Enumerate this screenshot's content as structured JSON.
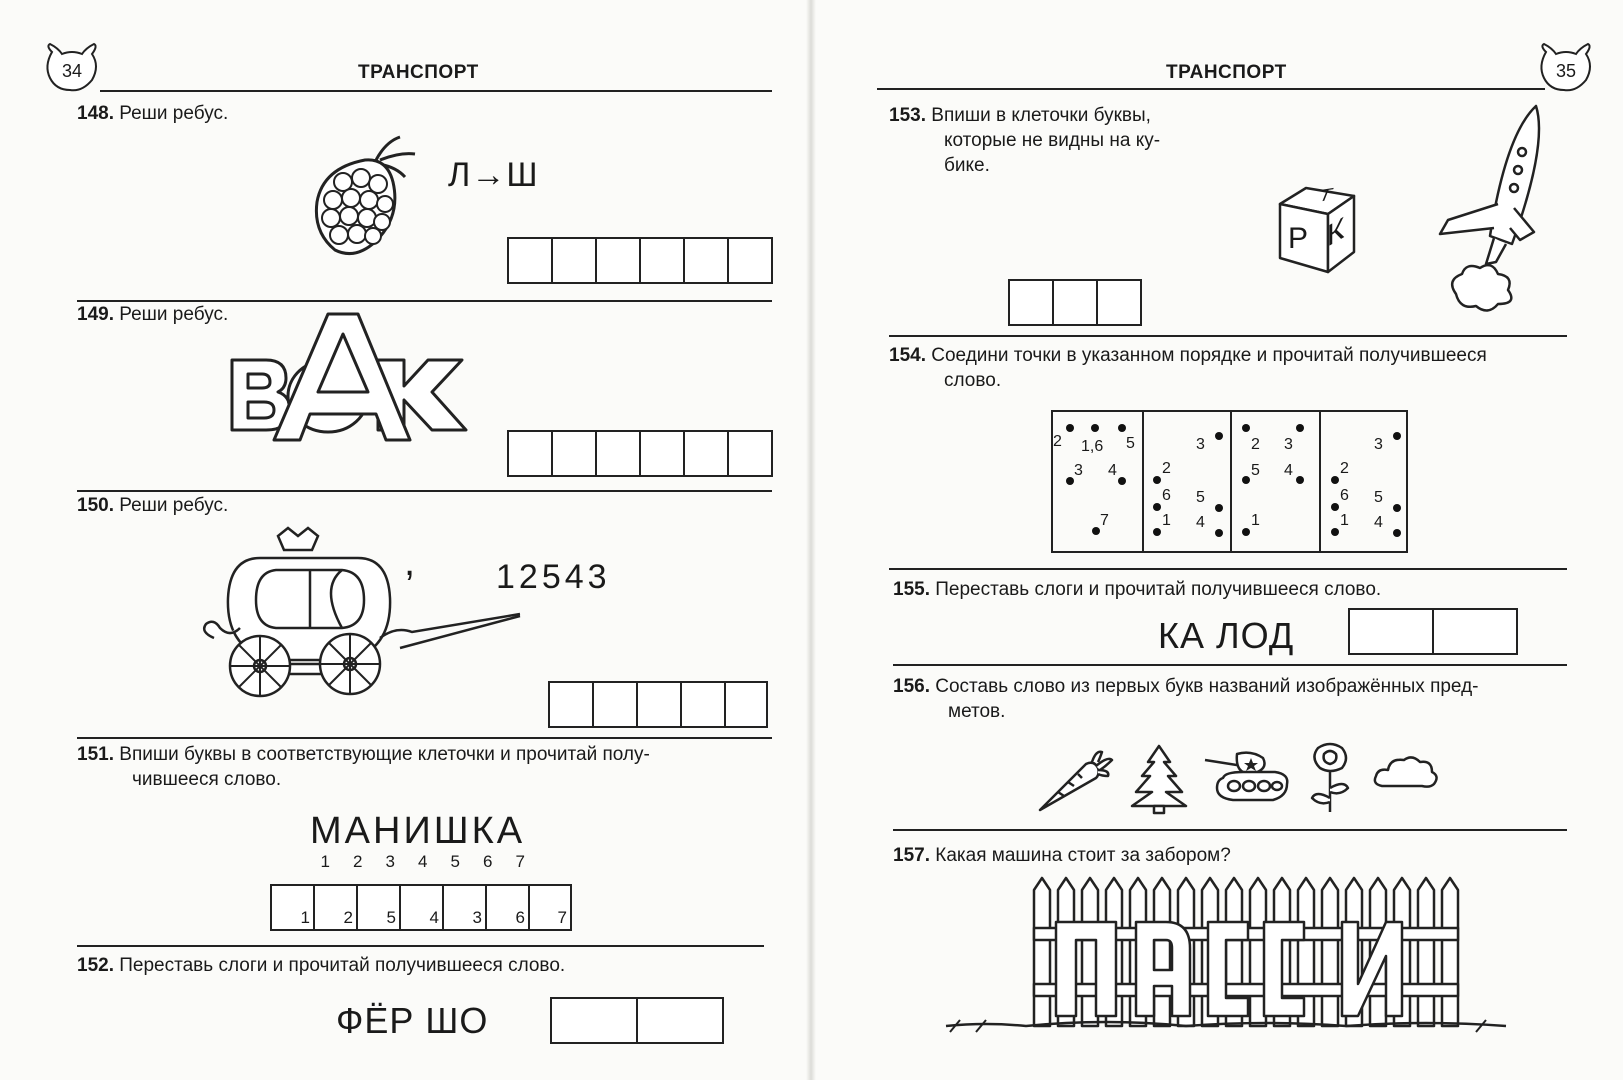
{
  "left_page": {
    "page_number": "34",
    "running_head": "ТРАНСПОРТ",
    "tasks": {
      "t148": {
        "number": "148.",
        "text": "Реши ребус.",
        "rebus": "Л→Ш",
        "cells": 6
      },
      "t149": {
        "number": "149.",
        "text": "Реши ребус.",
        "cells": 6
      },
      "t150": {
        "number": "150.",
        "text": "Реши ребус.",
        "comma": ",",
        "code": "12543",
        "cells": 5
      },
      "t151": {
        "number": "151.",
        "text_line1": "Впиши буквы в соответствующие клеточки и прочитай полу-",
        "text_line2": "чившееся слово.",
        "word": "МАНИШКА",
        "digits": [
          "1",
          "2",
          "3",
          "4",
          "5",
          "6",
          "7"
        ],
        "cell_numbers": [
          "1",
          "2",
          "5",
          "4",
          "3",
          "6",
          "7"
        ]
      },
      "t152": {
        "number": "152.",
        "text": "Переставь слоги и прочитай получившееся слово.",
        "syllables": "ФЁР ШО",
        "cells": 2
      }
    }
  },
  "right_page": {
    "page_number": "35",
    "running_head": "ТРАНСПОРТ",
    "tasks": {
      "t153": {
        "number": "153.",
        "text_line1": "Впиши в клеточки буквы,",
        "text_line2": "которые не видны на ку-",
        "text_line3": "бике.",
        "cube_letters": [
          "Т",
          "Р",
          "К"
        ],
        "cells": 3
      },
      "t154": {
        "number": "154.",
        "text_line1": "Соедини точки в указанном порядке и прочитай получившееся",
        "text_line2": "слово.",
        "box1": [
          "2",
          "1,6",
          "5",
          "3",
          "4",
          "7"
        ],
        "box2": [
          "3",
          "2",
          "6",
          "5",
          "1",
          "4"
        ],
        "box3": [
          "2",
          "3",
          "5",
          "4",
          "1"
        ],
        "box4": [
          "3",
          "2",
          "6",
          "5",
          "1",
          "4"
        ]
      },
      "t155": {
        "number": "155.",
        "text": "Переставь слоги и прочитай получившееся слово.",
        "syllables": "КА ЛОД",
        "cells": 2
      },
      "t156": {
        "number": "156.",
        "text_line1": "Составь слово из первых букв названий изображённых пред-",
        "text_line2": "метов.",
        "pictures": [
          "carrot-icon",
          "fir-tree-icon",
          "tank-icon",
          "rose-icon",
          "cloud-icon"
        ]
      },
      "t157": {
        "number": "157.",
        "text": "Какая машина стоит за забором?"
      }
    }
  }
}
